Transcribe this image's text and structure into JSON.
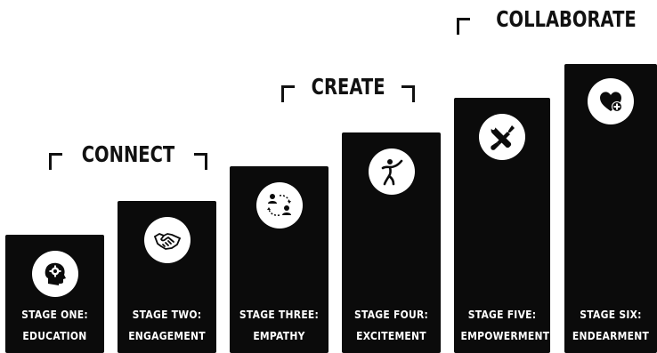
{
  "groups": [
    {
      "label": "CONNECT"
    },
    {
      "label": "CREATE"
    },
    {
      "label": "COLLABORATE"
    }
  ],
  "stages": [
    {
      "line1": "STAGE ONE:",
      "line2": "EDUCATION",
      "icon": "head-gear-icon"
    },
    {
      "line1": "STAGE TWO:",
      "line2": "ENGAGEMENT",
      "icon": "handshake-icon"
    },
    {
      "line1": "STAGE THREE:",
      "line2": "EMPATHY",
      "icon": "people-exchange-icon"
    },
    {
      "line1": "STAGE FOUR:",
      "line2": "EXCITEMENT",
      "icon": "dancing-figure-icon"
    },
    {
      "line1": "STAGE FIVE:",
      "line2": "EMPOWERMENT",
      "icon": "wrench-screwdriver-icon"
    },
    {
      "line1": "STAGE SIX:",
      "line2": "ENDEARMENT",
      "icon": "heart-plus-icon"
    }
  ]
}
